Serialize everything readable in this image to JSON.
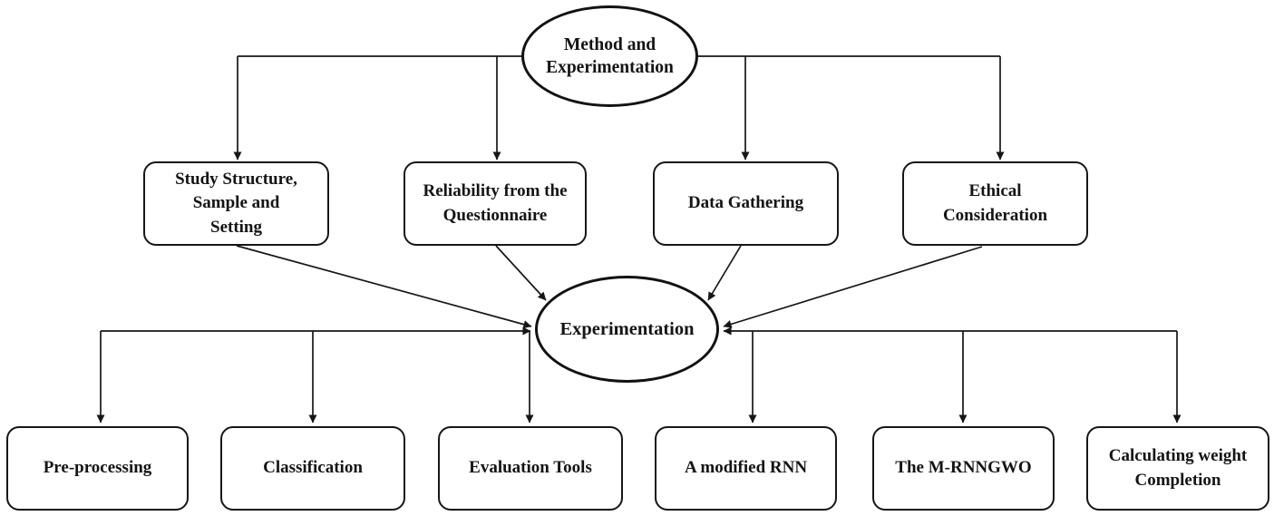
{
  "diagram_type": "flowchart",
  "colors": {
    "line": "#161616",
    "text": "#141414",
    "background": "#ffffff"
  },
  "nodes": {
    "method": {
      "shape": "ellipse",
      "label": "Method and\nExperimentation"
    },
    "experimentation": {
      "shape": "ellipse",
      "label": "Experimentation"
    },
    "row2": [
      {
        "shape": "rounded-rect",
        "label": "Study Structure,\nSample and\nSetting"
      },
      {
        "shape": "rounded-rect",
        "label": "Reliability from the\nQuestionnaire"
      },
      {
        "shape": "rounded-rect",
        "label": "Data Gathering"
      },
      {
        "shape": "rounded-rect",
        "label": "Ethical\nConsideration"
      }
    ],
    "row3": [
      {
        "shape": "rounded-rect",
        "label": "Pre-processing"
      },
      {
        "shape": "rounded-rect",
        "label": "Classification"
      },
      {
        "shape": "rounded-rect",
        "label": "Evaluation Tools"
      },
      {
        "shape": "rounded-rect",
        "label": "A modified RNN"
      },
      {
        "shape": "rounded-rect",
        "label": "The M-RNNGWO"
      },
      {
        "shape": "rounded-rect",
        "label": "Calculating weight\nCompletion"
      }
    ]
  },
  "edges": [
    {
      "from": "Method and Experimentation",
      "to": "Study Structure, Sample and Setting"
    },
    {
      "from": "Method and Experimentation",
      "to": "Reliability from the Questionnaire"
    },
    {
      "from": "Method and Experimentation",
      "to": "Data Gathering"
    },
    {
      "from": "Method and Experimentation",
      "to": "Ethical Consideration"
    },
    {
      "from": "Study Structure, Sample and Setting",
      "to": "Experimentation"
    },
    {
      "from": "Reliability from the Questionnaire",
      "to": "Experimentation"
    },
    {
      "from": "Data Gathering",
      "to": "Experimentation"
    },
    {
      "from": "Ethical Consideration",
      "to": "Experimentation"
    },
    {
      "from": "Experimentation",
      "to": "Pre-processing"
    },
    {
      "from": "Experimentation",
      "to": "Classification"
    },
    {
      "from": "Experimentation",
      "to": "Evaluation Tools"
    },
    {
      "from": "Experimentation",
      "to": "A modified RNN"
    },
    {
      "from": "Experimentation",
      "to": "The M-RNNGWO"
    },
    {
      "from": "Experimentation",
      "to": "Calculating weight Completion"
    }
  ]
}
